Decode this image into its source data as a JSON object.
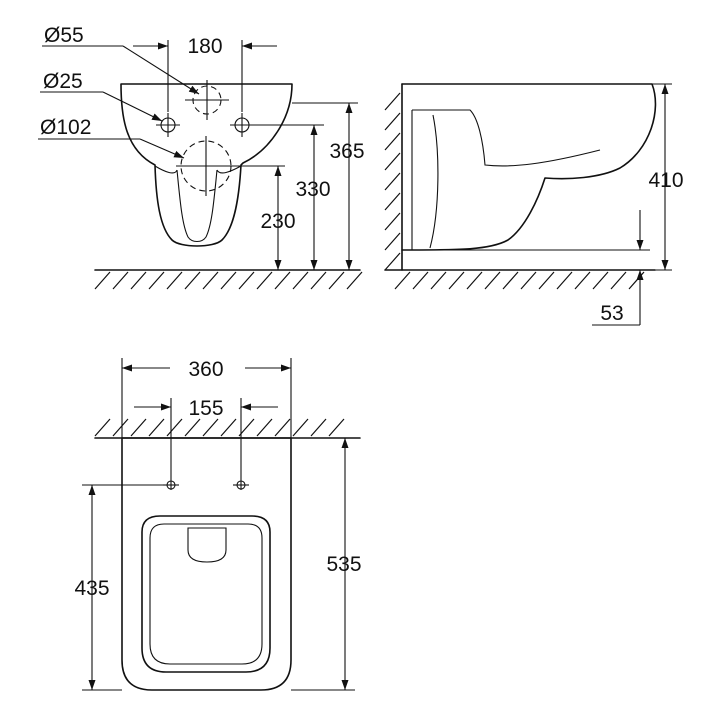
{
  "front_view": {
    "dia_55": "Ø55",
    "dia_25": "Ø25",
    "dia_102": "Ø102",
    "width_180": "180",
    "h_365": "365",
    "h_330": "330",
    "h_230": "230"
  },
  "side_view": {
    "h_410": "410",
    "d_53": "53"
  },
  "plan_view": {
    "w_360": "360",
    "w_155": "155",
    "l_535": "535",
    "l_435": "435"
  }
}
